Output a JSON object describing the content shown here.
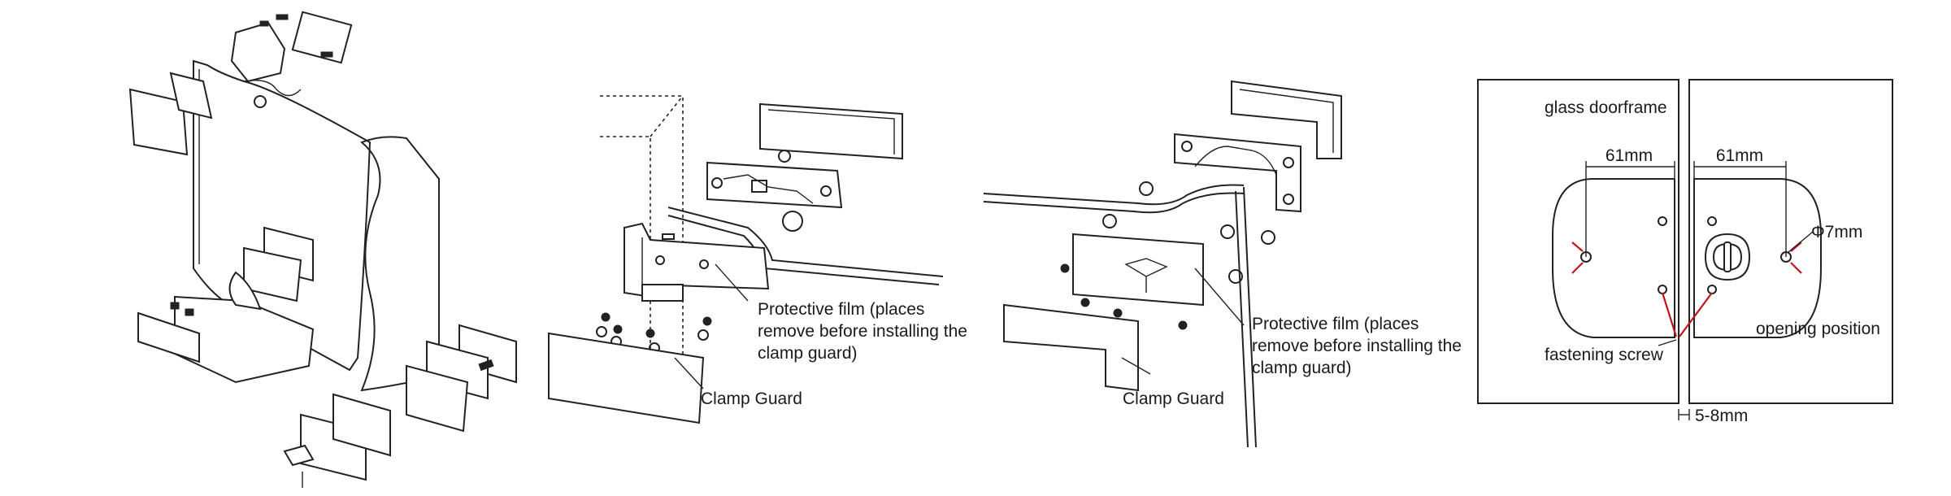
{
  "panel2": {
    "protective_film_line1": "Protective film (places",
    "protective_film_line2": "remove before installing the",
    "protective_film_line3": "clamp guard)",
    "clamp_guard": "Clamp Guard"
  },
  "panel3": {
    "protective_film_line1": "Protective film (places",
    "protective_film_line2": "remove before installing the",
    "protective_film_line3": "clamp guard)",
    "clamp_guard": "Clamp Guard"
  },
  "panel4": {
    "glass_doorframe": "glass doorframe",
    "dim_left": "61mm",
    "dim_right": "61mm",
    "hole_diameter": "Φ7mm",
    "fastening_screw": "fastening screw",
    "opening_position": "opening position",
    "gap": "5-8mm"
  },
  "colors": {
    "line": "#222222",
    "arrow": "#c0141c"
  }
}
